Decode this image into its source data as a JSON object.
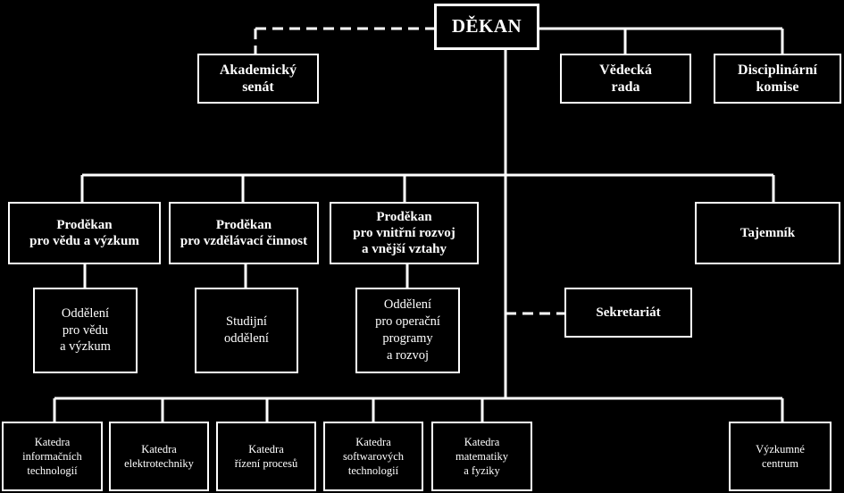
{
  "dean": "DĚKAN",
  "academic_senate": "Akademický\nsenát",
  "scientific_board": "Vědecká\nrada",
  "disciplinary_committee": "Disciplinární\nkomise",
  "vice_deans": [
    "Proděkan\npro vědu a výzkum",
    "Proděkan\npro vzdělávací činnost",
    "Proděkan\npro vnitřní rozvoj\na vnější vztahy"
  ],
  "secretary": "Tajemník",
  "departments": [
    "Oddělení\npro vědu\na výzkum",
    "Studijní\noddělení",
    "Oddělení\npro operační\nprogramy\na rozvoj"
  ],
  "secretariat": "Sekretariát",
  "units": [
    "Katedra\ninformačních\ntechnologií",
    "Katedra\nelektrotechniky",
    "Katedra\nřízení procesů",
    "Katedra\nsoftwarových\ntechnologií",
    "Katedra\nmatematiky\na fyziky",
    "Výzkumné\ncentrum"
  ]
}
